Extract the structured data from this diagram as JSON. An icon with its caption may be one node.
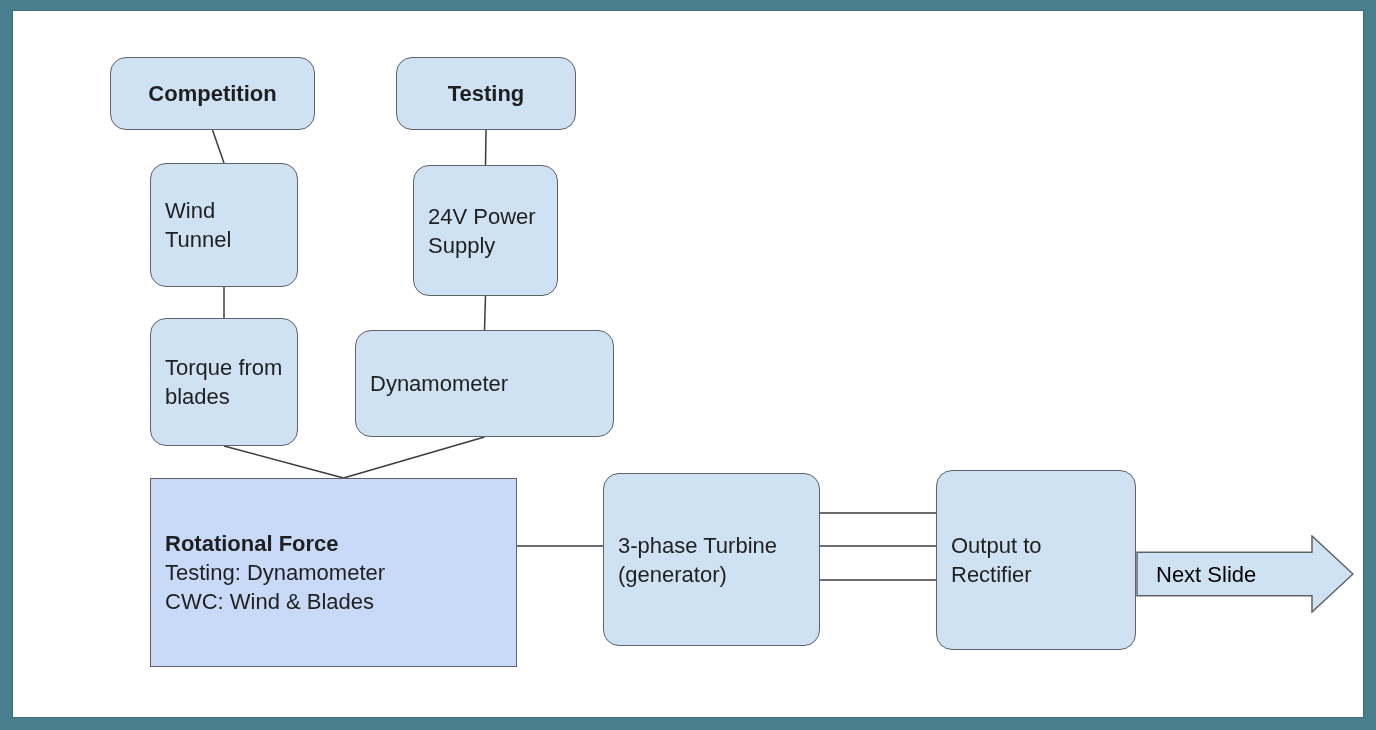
{
  "diagram": {
    "nodes": [
      {
        "text": [
          "Competition"
        ]
      },
      {
        "text": [
          "Testing"
        ]
      },
      {
        "text": [
          "Wind Tunnel"
        ]
      },
      {
        "text": [
          "24V Power Supply"
        ]
      },
      {
        "text": [
          "Torque from blades"
        ]
      },
      {
        "text": [
          "Dynamometer"
        ]
      },
      {
        "text": [
          "Rotational Force",
          "Testing: Dynamometer",
          "CWC: Wind & Blades"
        ]
      },
      {
        "text": [
          "3-phase Turbine (generator)"
        ]
      },
      {
        "text": [
          "Output to Rectifier"
        ]
      },
      {
        "text": [
          "Next Slide"
        ]
      }
    ],
    "edges": [
      {
        "from": 0,
        "to": 2,
        "arrow": "none"
      },
      {
        "from": 2,
        "to": 4,
        "arrow": "none"
      },
      {
        "from": 1,
        "to": 3,
        "arrow": "none"
      },
      {
        "from": 3,
        "to": 5,
        "arrow": "none"
      },
      {
        "from": 4,
        "to": 6,
        "arrow": "none"
      },
      {
        "from": 5,
        "to": 6,
        "arrow": "none"
      },
      {
        "from": 6,
        "to": 7,
        "arrow": "none"
      },
      {
        "from": 7,
        "to": 8,
        "arrow": "none"
      },
      {
        "from": 7,
        "to": 8,
        "arrow": "none"
      },
      {
        "from": 7,
        "to": 8,
        "arrow": "none"
      }
    ]
  }
}
